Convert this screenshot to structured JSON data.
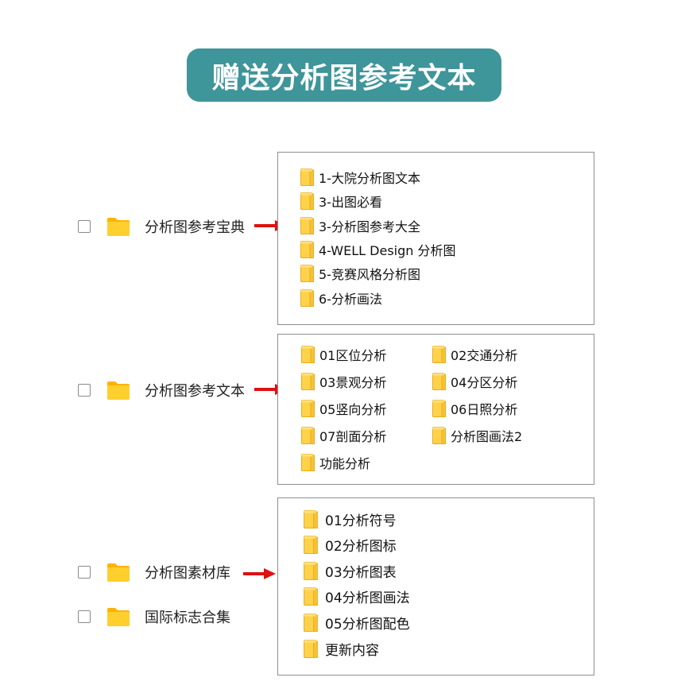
{
  "title": "赠送分析图参考文本",
  "left_items": [
    {
      "label": "分析图参考宝典",
      "icon": "folder-icon"
    },
    {
      "label": "分析图参考文本",
      "icon": "folder-icon"
    },
    {
      "label": "分析图素材库",
      "icon": "folder-icon"
    },
    {
      "label": "国际标志合集",
      "icon": "folder-icon"
    }
  ],
  "panels": [
    {
      "items": [
        "1-大院分析图文本",
        "3-出图必看",
        "3-分析图参考大全",
        "4-WELL Design 分析图",
        "5-竞赛风格分析图",
        "6-分析画法"
      ]
    },
    {
      "items": [
        "01区位分析",
        "02交通分析",
        "03景观分析",
        "04分区分析",
        "05竖向分析",
        "06日照分析",
        "07剖面分析",
        "分析图画法2",
        "功能分析"
      ]
    },
    {
      "items": [
        "01分析符号",
        "02分析图标",
        "03分析图表",
        "04分析图画法",
        "05分析图配色",
        "更新内容"
      ]
    }
  ],
  "colors": {
    "title_bg": "#3e959a",
    "folder_yellow": "#ffc927",
    "arrow_red": "#e01010"
  }
}
